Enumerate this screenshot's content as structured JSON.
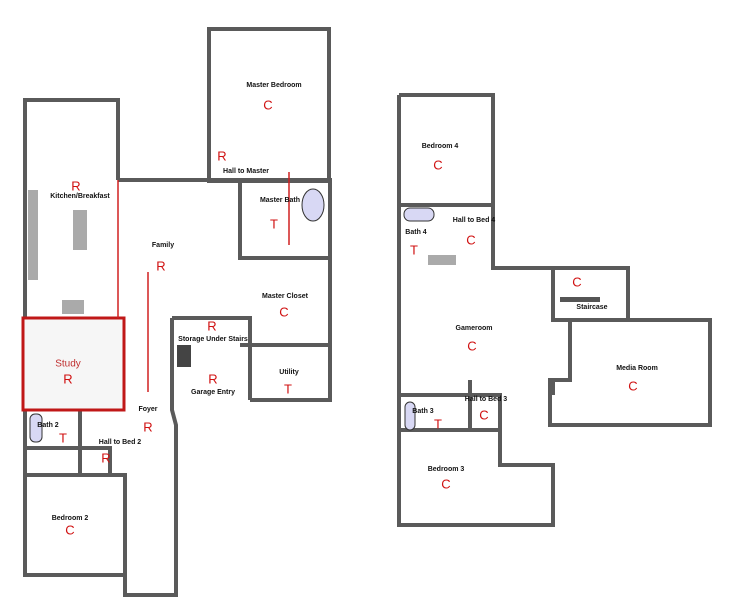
{
  "floor1": [
    {
      "name": "Master Bedroom",
      "code": "C"
    },
    {
      "name": "Hall to Master",
      "code": "R"
    },
    {
      "name": "Kitchen/Breakfast",
      "code": "R"
    },
    {
      "name": "Master Bath",
      "code": "T"
    },
    {
      "name": "Family",
      "code": "R"
    },
    {
      "name": "Master Closet",
      "code": "C"
    },
    {
      "name": "Study",
      "code": "R"
    },
    {
      "name": "Storage Under Stairs",
      "code": "R"
    },
    {
      "name": "Utility",
      "code": "T"
    },
    {
      "name": "Garage Entry",
      "code": "R"
    },
    {
      "name": "Foyer",
      "code": "R"
    },
    {
      "name": "Bath 2",
      "code": "T"
    },
    {
      "name": "Hall to Bed 2",
      "code": "R"
    },
    {
      "name": "Bedroom 2",
      "code": "C"
    }
  ],
  "floor2": [
    {
      "name": "Bedroom 4",
      "code": "C"
    },
    {
      "name": "Hall to Bed 4",
      "code": "C"
    },
    {
      "name": "Bath 4",
      "code": "T"
    },
    {
      "name": "Staircase",
      "code": "C"
    },
    {
      "name": "Gameroom",
      "code": "C"
    },
    {
      "name": "Media Room",
      "code": "C"
    },
    {
      "name": "Bath 3",
      "code": "T"
    },
    {
      "name": "Hall to Bed 3",
      "code": "C"
    },
    {
      "name": "Bedroom 3",
      "code": "C"
    }
  ]
}
